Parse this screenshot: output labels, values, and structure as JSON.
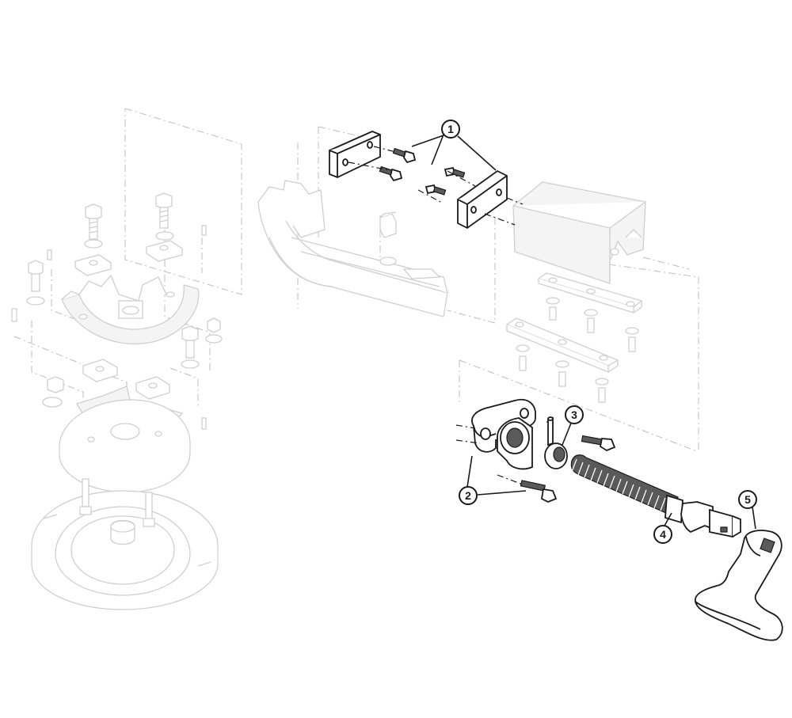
{
  "callouts": [
    {
      "id": "callout-1",
      "label": "1"
    },
    {
      "id": "callout-2",
      "label": "2"
    },
    {
      "id": "callout-3",
      "label": "3"
    },
    {
      "id": "callout-4",
      "label": "4"
    },
    {
      "id": "callout-5",
      "label": "5"
    }
  ],
  "colors": {
    "highlight": "#1a1a1a",
    "ghost": "#cfcfcf",
    "background": "#ffffff"
  }
}
